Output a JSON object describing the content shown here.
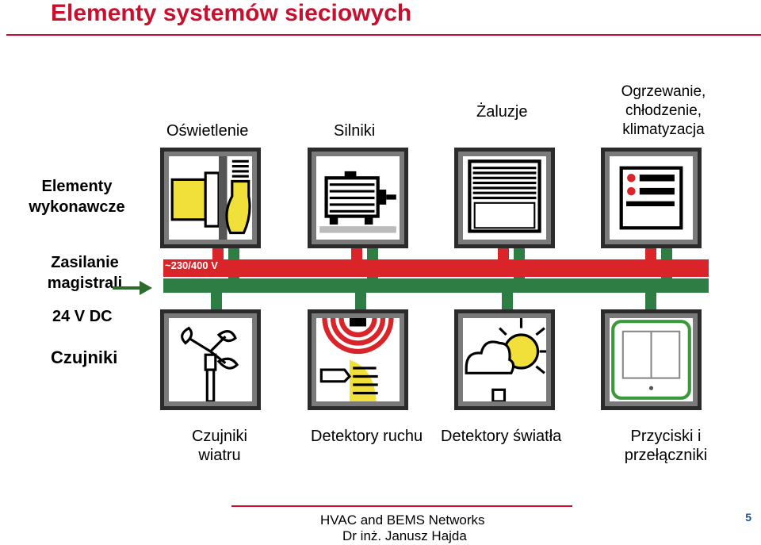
{
  "title": "Elementy systemów sieciowych",
  "top_labels": {
    "lighting": "Oświetlenie",
    "motors": "Silniki",
    "blinds": "Żaluzje",
    "hvac_line1": "Ogrzewanie,",
    "hvac_line2": "chłodzenie,",
    "hvac_line3": "klimatyzacja"
  },
  "left_labels": {
    "actuators_line1": "Elementy",
    "actuators_line2": "wykonawcze",
    "power_line1": "Zasilanie",
    "power_line2": "magistrali",
    "voltage_dc": "24 V DC",
    "sensors": "Czujniki"
  },
  "bus": {
    "mains_label": "~230/400 V",
    "mains_color": "#d9252a",
    "bus_color": "#2e7d45"
  },
  "bottom_labels": {
    "wind_line1": "Czujniki",
    "wind_line2": "wiatru",
    "motion": "Detektory ruchu",
    "light": "Detektory światła",
    "buttons_line1": "Przyciski i",
    "buttons_line2": "przełączniki"
  },
  "footer": {
    "line1": "HVAC and BEMS Networks",
    "line2": "Dr inż. Janusz Hajda",
    "page": "5"
  }
}
